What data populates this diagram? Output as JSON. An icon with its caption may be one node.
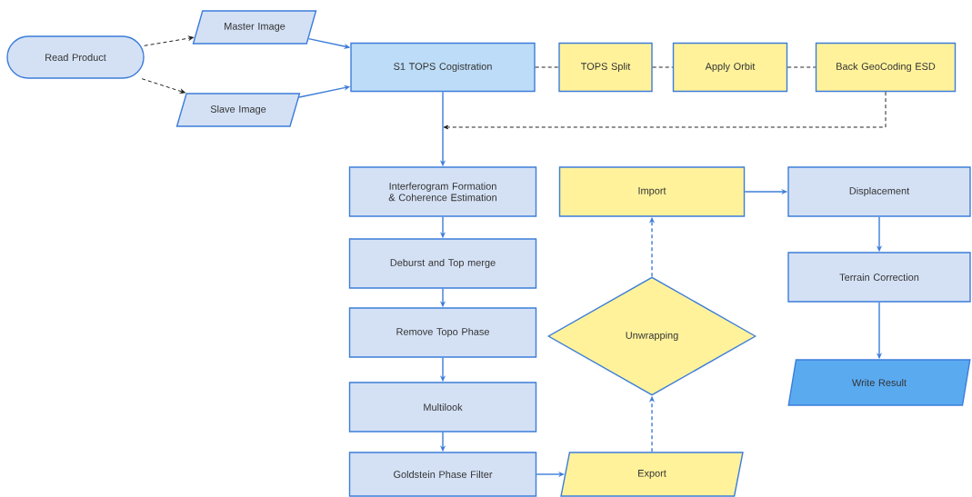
{
  "diagram": {
    "nodes": [
      {
        "text": [
          "Read Product"
        ]
      },
      {
        "text": [
          "Master Image"
        ]
      },
      {
        "text": [
          "Slave Image"
        ]
      },
      {
        "text": [
          "S1 TOPS Cogistration"
        ]
      },
      {
        "text": [
          "TOPS Split"
        ]
      },
      {
        "text": [
          "Apply Orbit"
        ]
      },
      {
        "text": [
          "Back GeoCoding ESD"
        ]
      },
      {
        "text": [
          "Interferogram Formation & Coherence Estimation"
        ]
      },
      {
        "text": [
          "Deburst and Top merge"
        ]
      },
      {
        "text": [
          "Remove Topo Phase"
        ]
      },
      {
        "text": [
          "Multilook"
        ]
      },
      {
        "text": [
          "Goldstein Phase Filter"
        ]
      },
      {
        "text": [
          "Import"
        ]
      },
      {
        "text": [
          "Unwrapping"
        ]
      },
      {
        "text": [
          "Export"
        ]
      },
      {
        "text": [
          "Displacement"
        ]
      },
      {
        "text": [
          "Terrain Correction"
        ]
      },
      {
        "text": [
          "Write Result"
        ]
      }
    ],
    "edges": [
      {
        "from": 0,
        "to": 1,
        "arrow": "to",
        "style": "dashed",
        "color": "#222222"
      },
      {
        "from": 0,
        "to": 2,
        "arrow": "to",
        "style": "dashed",
        "color": "#222222"
      },
      {
        "from": 1,
        "to": 3,
        "arrow": "to"
      },
      {
        "from": 2,
        "to": 3,
        "arrow": "to"
      },
      {
        "from": 3,
        "to": 4,
        "arrow": "none",
        "style": "dashed",
        "color": "#222222"
      },
      {
        "from": 4,
        "to": 5,
        "arrow": "none",
        "style": "dashed",
        "color": "#222222"
      },
      {
        "from": 5,
        "to": 6,
        "arrow": "none",
        "style": "dashed",
        "color": "#222222"
      },
      {
        "from": 6,
        "to": null,
        "arrow": "to",
        "style": "dashed",
        "color": "#222222"
      },
      {
        "from": 3,
        "to": 7,
        "arrow": "to"
      },
      {
        "from": 7,
        "to": 8,
        "arrow": "to"
      },
      {
        "from": 8,
        "to": 9,
        "arrow": "to"
      },
      {
        "from": 9,
        "to": 10,
        "arrow": "to"
      },
      {
        "from": 10,
        "to": 11,
        "arrow": "to"
      },
      {
        "from": 11,
        "to": 14,
        "arrow": "to"
      },
      {
        "from": 14,
        "to": 13,
        "arrow": "to",
        "style": "dashed"
      },
      {
        "from": 13,
        "to": 12,
        "arrow": "to",
        "style": "dashed"
      },
      {
        "from": 12,
        "to": 15,
        "arrow": "to"
      },
      {
        "from": 15,
        "to": 16,
        "arrow": "to"
      },
      {
        "from": 16,
        "to": 17,
        "arrow": "to"
      }
    ]
  }
}
